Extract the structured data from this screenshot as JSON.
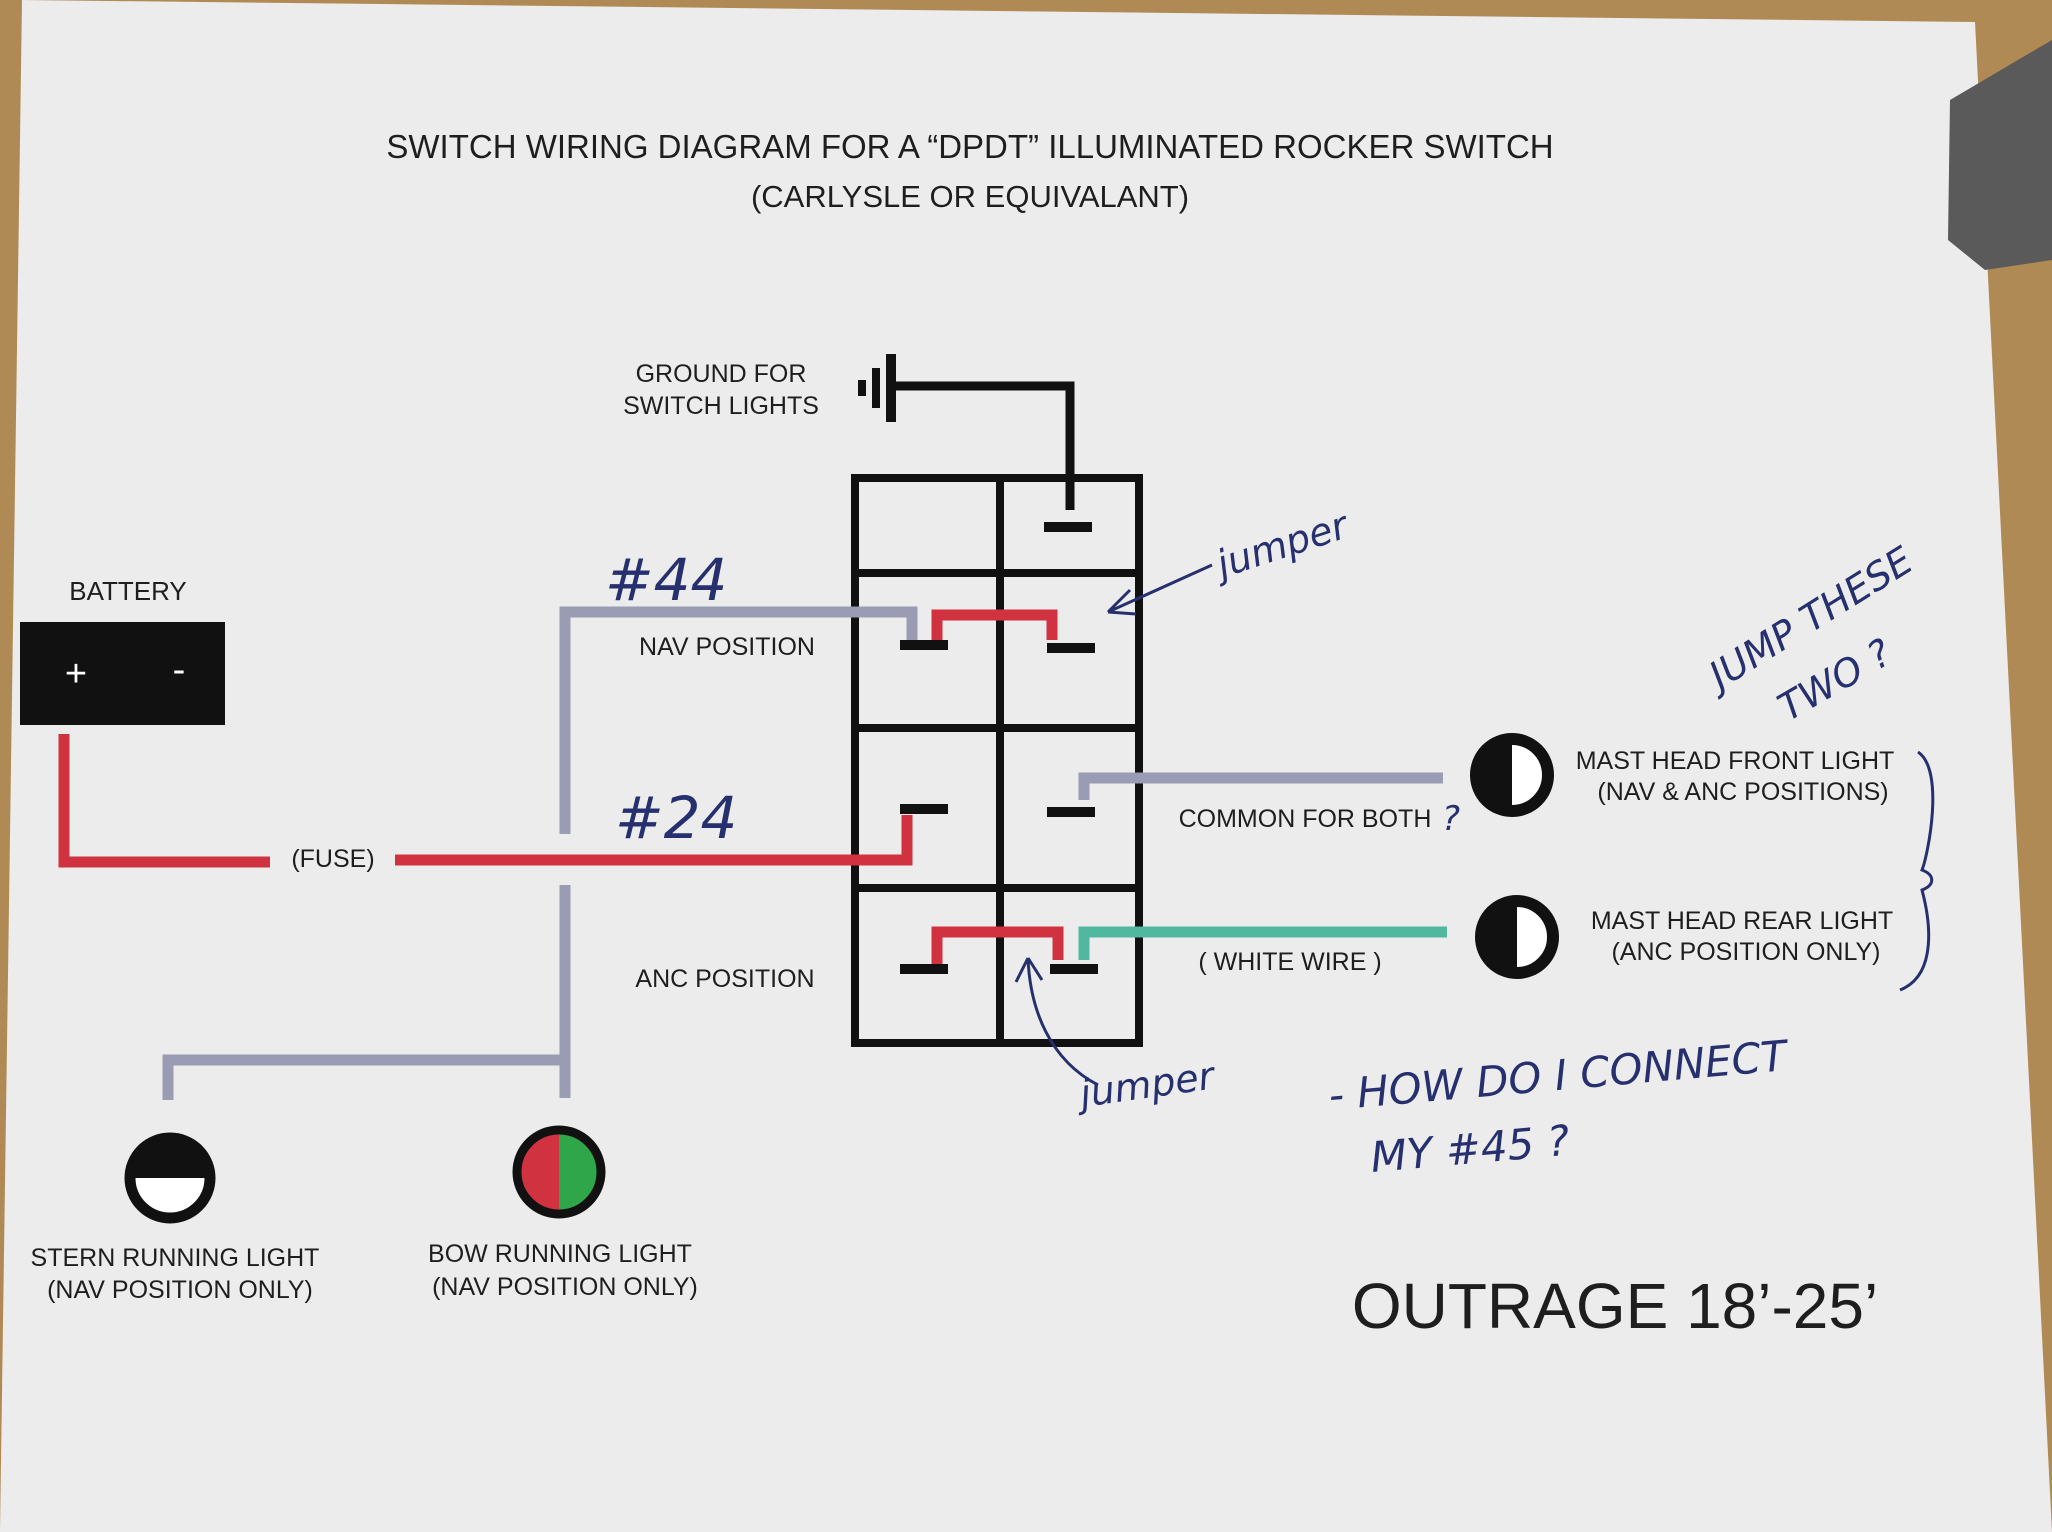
{
  "title": {
    "line1": "SWITCH WIRING DIAGRAM FOR A “DPDT” ILLUMINATED ROCKER SWITCH",
    "line2": "(CARLYSLE OR EQUIVALANT)"
  },
  "battery": {
    "label": "BATTERY",
    "plus": "+",
    "minus": "-"
  },
  "ground_label": {
    "line1": "GROUND FOR",
    "line2": "SWITCH LIGHTS"
  },
  "positions": {
    "nav": "NAV POSITION",
    "anc": "ANC POSITION"
  },
  "fuse_label": "(FUSE)",
  "common_label": "COMMON FOR BOTH",
  "white_wire_label": "( WHITE WIRE )",
  "lights": {
    "mast_front": {
      "line1": "MAST HEAD FRONT LIGHT",
      "line2": "(NAV & ANC POSITIONS)"
    },
    "mast_rear": {
      "line1": "MAST HEAD REAR LIGHT",
      "line2": "(ANC POSITION ONLY)"
    },
    "stern": {
      "line1": "STERN RUNNING LIGHT",
      "line2": "(NAV POSITION ONLY)"
    },
    "bow": {
      "line1": "BOW RUNNING LIGHT",
      "line2": "(NAV POSITION ONLY)"
    }
  },
  "model": "OUTRAGE 18’-25’",
  "handwritten": {
    "wire44": "#44",
    "wire24": "#24",
    "jumper_top": "jumper",
    "jumper_bottom": "jumper",
    "common_q": "?",
    "jump_these_1": "JUMP THESE",
    "jump_these_2": "TWO ?",
    "question_1": "- HOW DO I CONNECT",
    "question_2": "MY #45 ?"
  },
  "colors": {
    "paper": "#ececec",
    "wood": "#b08a55",
    "gray_wire": "#9a9cb4",
    "red_wire": "#d0323f",
    "teal_wire": "#4fb89f",
    "ink": "#111111",
    "pen": "#27306e"
  }
}
